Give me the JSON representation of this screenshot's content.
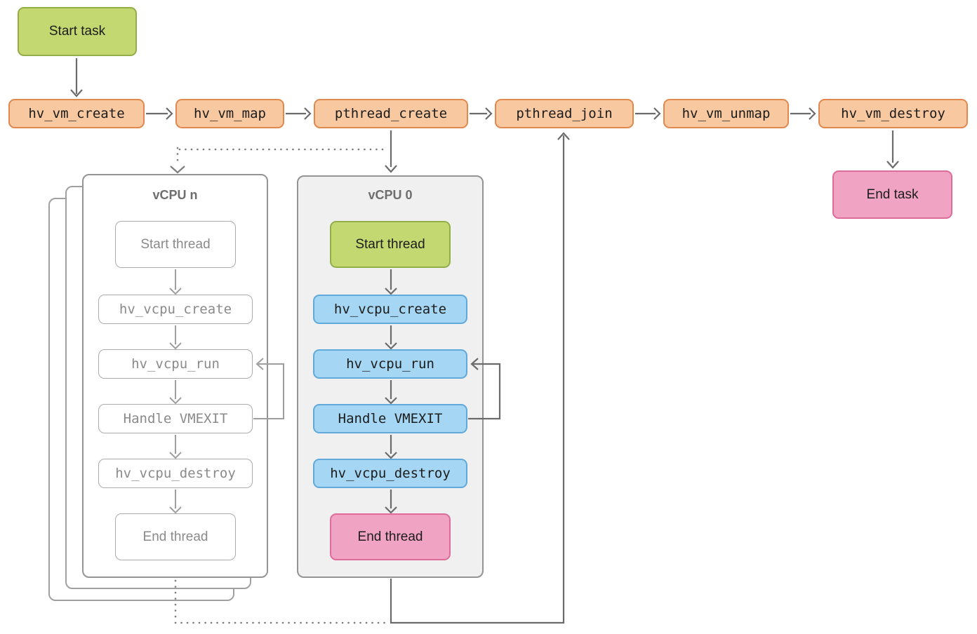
{
  "flow": {
    "start_task": "Start task",
    "end_task": "End task",
    "steps": [
      "hv_vm_create",
      "hv_vm_map",
      "pthread_create",
      "pthread_join",
      "hv_vm_unmap",
      "hv_vm_destroy"
    ]
  },
  "vcpu_n": {
    "title": "vCPU n",
    "steps": [
      "Start thread",
      "hv_vcpu_create",
      "hv_vcpu_run",
      "Handle VMEXIT",
      "hv_vcpu_destroy",
      "End thread"
    ]
  },
  "vcpu_0": {
    "title": "vCPU 0",
    "steps": [
      "Start thread",
      "hv_vcpu_create",
      "hv_vcpu_run",
      "Handle VMEXIT",
      "hv_vcpu_destroy",
      "End thread"
    ]
  },
  "colors": {
    "green_fill": "#c3d870",
    "green_border": "#93ad49",
    "orange_fill": "#f8c8a0",
    "orange_border": "#e1884f",
    "blue_fill": "#a5d6f3",
    "blue_border": "#60a9d9",
    "pink_fill": "#f0a3c2",
    "pink_border": "#dd6c9b",
    "container_fill": "#f0f0f1",
    "container_border": "#949494",
    "ghost_border": "#ababab",
    "ghost_text": "#8a8a8a",
    "arrow": "#6b6b6b",
    "arrow_faded": "#9e9e9e",
    "dotted": "#7e7e7e"
  }
}
